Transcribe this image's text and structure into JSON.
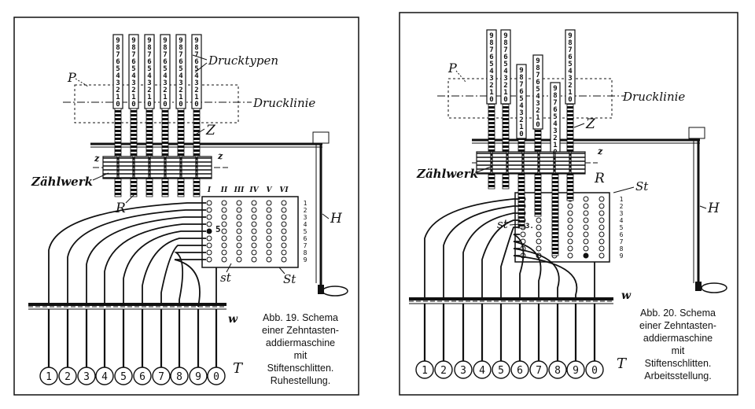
{
  "figures": [
    {
      "id": "fig19",
      "caption": [
        "Abb. 19. Schema",
        "einer Zehntasten-",
        "addiermaschine",
        "mit",
        "Stiftenschlitten.",
        "Ruhestellung."
      ],
      "labels": {
        "drucktypen": "Drucktypen",
        "drucklinie": "Drucklinie",
        "P": "P",
        "Z": "Z",
        "z": "z",
        "z2": "z",
        "zahlwerk": "Zählwerk",
        "R": "R",
        "H": "H",
        "st": "st",
        "St": "St",
        "w": "w",
        "T": "T",
        "pin_marker": "5"
      },
      "column_headers": [
        "I",
        "II",
        "III",
        "IV",
        "V",
        "VI"
      ],
      "row_numbers": [
        "1",
        "2",
        "3",
        "4",
        "5",
        "6",
        "7",
        "8",
        "9"
      ],
      "keys": [
        "1",
        "2",
        "3",
        "4",
        "5",
        "6",
        "7",
        "8",
        "9",
        "0"
      ],
      "type_digits": [
        "9",
        "8",
        "7",
        "6",
        "5",
        "4",
        "3",
        "2",
        "1",
        "0"
      ]
    },
    {
      "id": "fig20",
      "caption": [
        "Abb. 20. Schema",
        "einer Zehntasten-",
        "addiermaschine",
        "mit",
        "Stiftenschlitten.",
        "Arbeitsstellung."
      ],
      "labels": {
        "drucklinie": "Drucklinie",
        "P": "P",
        "Z": "Z",
        "z": "z",
        "zahlwerk": "Zählwerk",
        "R": "R",
        "H": "H",
        "st": "st",
        "St": "St",
        "w": "w",
        "T": "T",
        "pin_marker": "3."
      },
      "row_numbers": [
        "1",
        "2",
        "3",
        "4",
        "5",
        "6",
        "7",
        "8",
        "9"
      ],
      "keys": [
        "1",
        "2",
        "3",
        "4",
        "5",
        "6",
        "7",
        "8",
        "9",
        "0"
      ],
      "type_digits": [
        "9",
        "8",
        "7",
        "6",
        "5",
        "4",
        "3",
        "2",
        "1",
        "0"
      ]
    }
  ]
}
